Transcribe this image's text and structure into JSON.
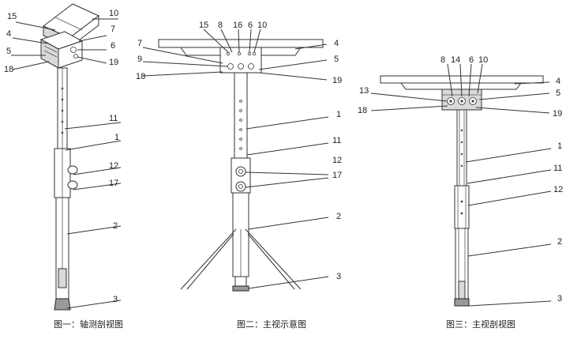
{
  "figures": [
    {
      "id": "fig1",
      "caption": "图一：轴测剖视图",
      "labels": [
        "15",
        "10",
        "4",
        "7",
        "5",
        "6",
        "19",
        "18",
        "11",
        "1",
        "12",
        "17",
        "2",
        "3"
      ]
    },
    {
      "id": "fig2",
      "caption": "图二：主视示意图",
      "labels": [
        "15",
        "8",
        "16",
        "6",
        "10",
        "7",
        "4",
        "9",
        "5",
        "18",
        "19",
        "1",
        "11",
        "12",
        "17",
        "2",
        "3"
      ]
    },
    {
      "id": "fig3",
      "caption": "图三：主视剖视图",
      "labels": [
        "8",
        "14",
        "6",
        "10",
        "4",
        "13",
        "5",
        "18",
        "19",
        "1",
        "11",
        "12",
        "2",
        "3"
      ]
    }
  ]
}
